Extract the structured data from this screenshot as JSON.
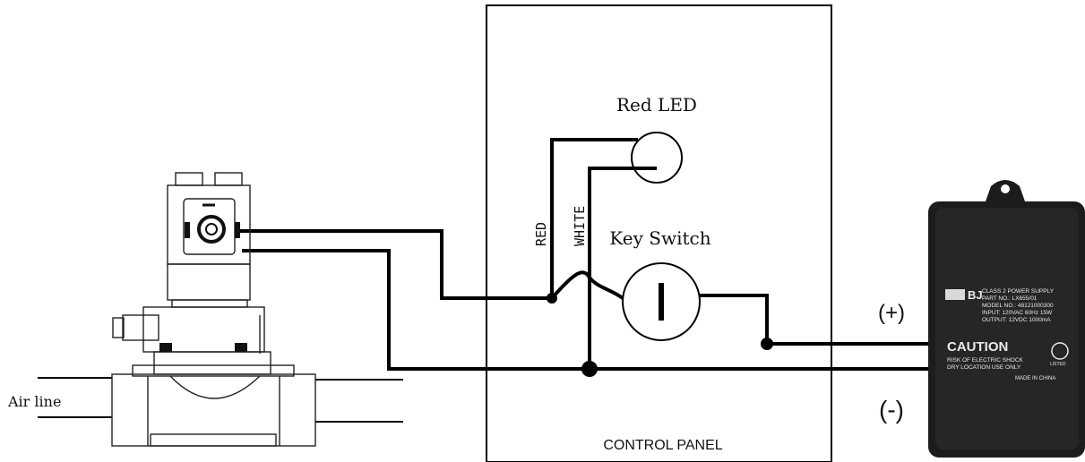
{
  "labels": {
    "red_led": "Red LED",
    "key_switch": "Key Switch",
    "red_wire": "RED",
    "white_wire": "WHITE",
    "control_panel": "CONTROL PANEL",
    "air_line": "Air line",
    "plus": "(+)",
    "minus": "(-)"
  },
  "power_supply": {
    "brand": "BJ",
    "line1": "CLASS 2 POWER SUPPLY",
    "line2": "PART NO.: LX655/01",
    "line3": "MODEL NO.: 48121000300",
    "line4": "INPUT: 120VAC 60Hz 15W",
    "line5": "OUTPUT: 12VDC 1000mA",
    "caution": "CAUTION",
    "warn1": "RISK OF ELECTRIC SHOCK",
    "warn2": "DRY LOCATION USE ONLY",
    "listed": "LISTED",
    "made": "MADE IN CHINA"
  },
  "colors": {
    "wire": "#000000",
    "psu_body": "#1c1c1c",
    "background": "#ffffff"
  }
}
